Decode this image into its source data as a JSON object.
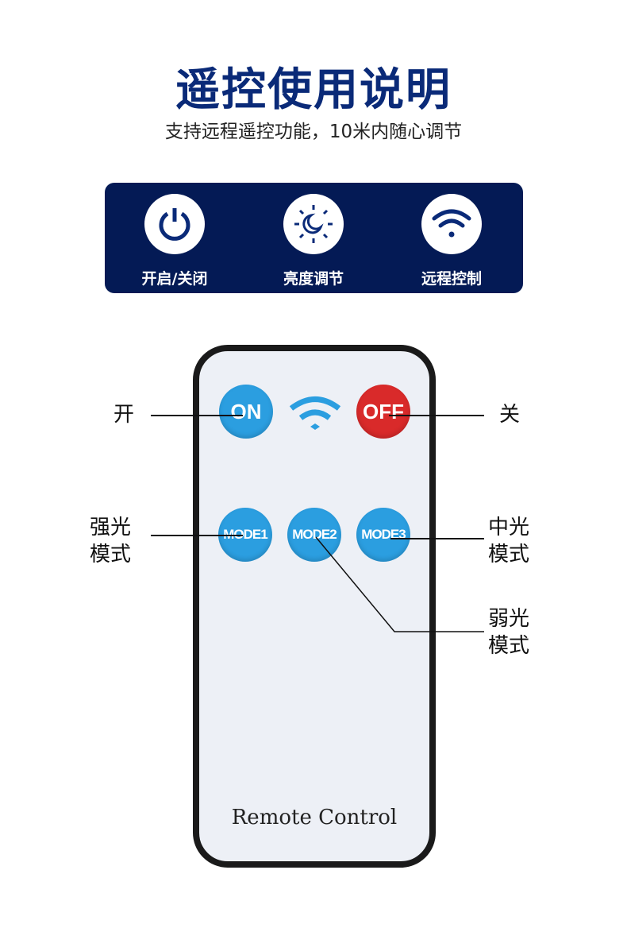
{
  "header": {
    "title": "遥控使用说明",
    "subtitle": "支持远程遥控功能，10米内随心调节"
  },
  "features": [
    {
      "icon": "power-icon",
      "label": "开启/关闭"
    },
    {
      "icon": "brightness-moon-icon",
      "label": "亮度调节"
    },
    {
      "icon": "wifi-icon",
      "label": "远程控制"
    }
  ],
  "remote": {
    "buttons": {
      "on": "ON",
      "off": "OFF",
      "mode1": "MODE1",
      "mode2": "MODE2",
      "mode3": "MODE3"
    },
    "label": "Remote Control"
  },
  "callouts": {
    "on": "开",
    "off": "关",
    "mode1": [
      "强光",
      "模式"
    ],
    "mode3": [
      "中光",
      "模式"
    ],
    "mode2": [
      "弱光",
      "模式"
    ]
  },
  "colors": {
    "navy": "#041a55",
    "title": "#0a2a78",
    "blue_button": "#2b9ee0",
    "red_button": "#d92a2a"
  }
}
